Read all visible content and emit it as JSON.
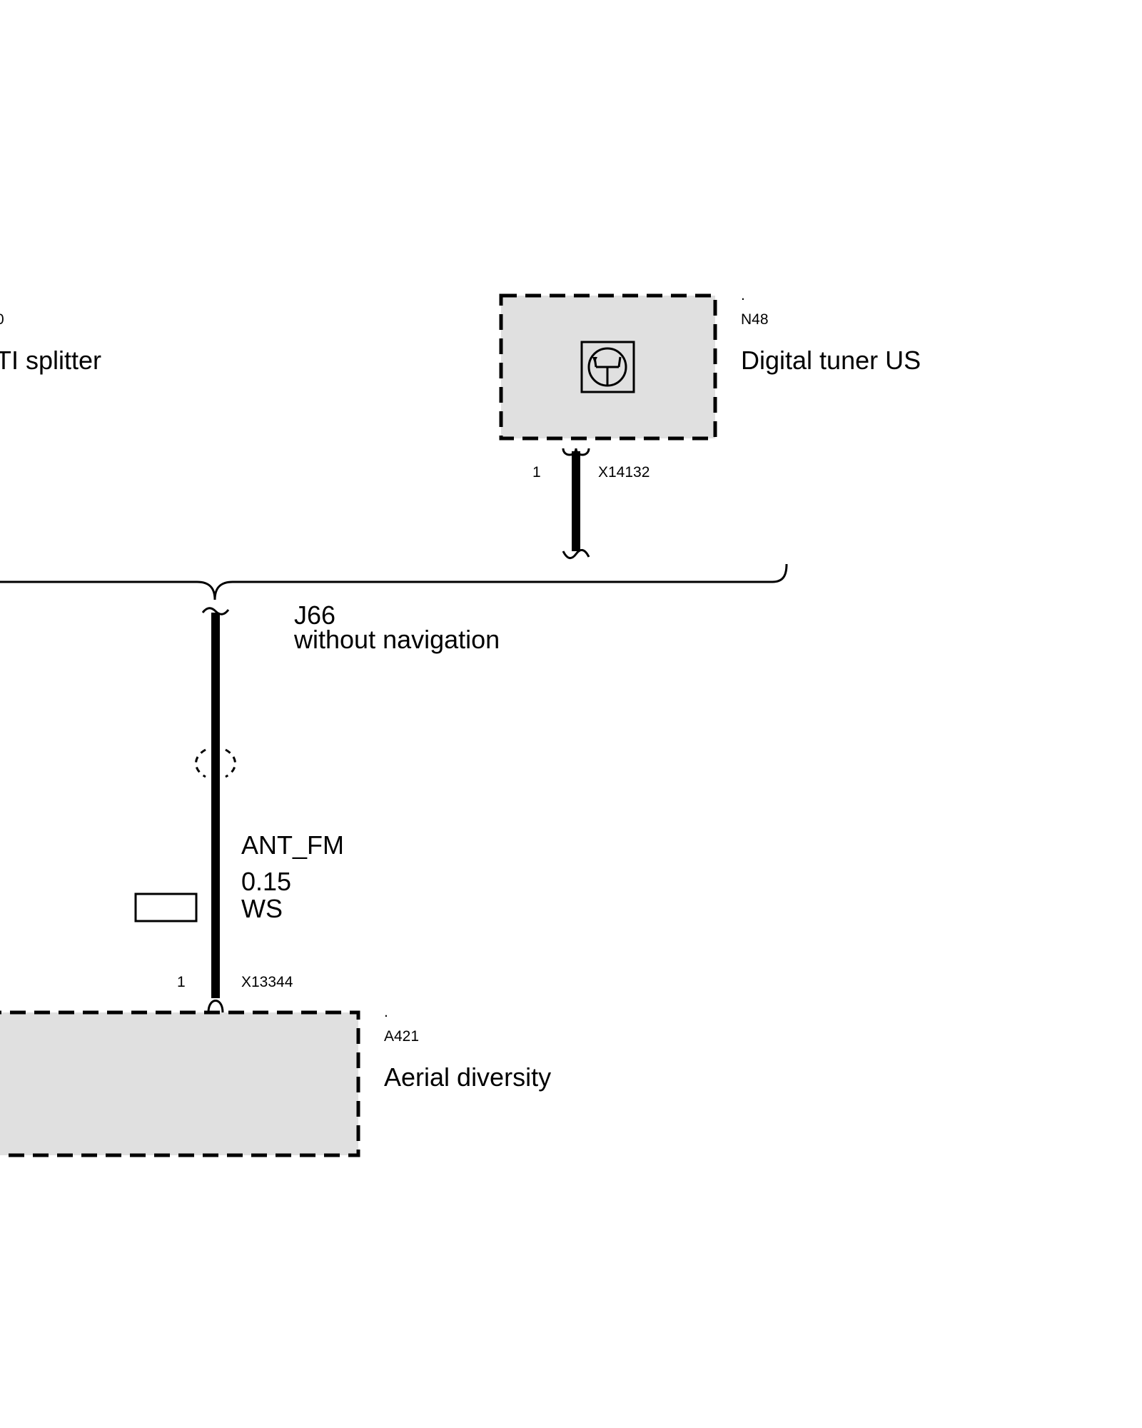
{
  "components": {
    "left_partial": {
      "code_fragment": "0",
      "name_fragment": "TI splitter"
    },
    "n48": {
      "dot": ".",
      "code": "N48",
      "name": "Digital tuner US",
      "pin": "1",
      "connector": "X14132"
    },
    "a421": {
      "dot": ".",
      "code": "A421",
      "name": "Aerial diversity",
      "pin": "1",
      "connector": "X13344"
    }
  },
  "junction": {
    "code": "J66",
    "note": "without navigation"
  },
  "wire": {
    "signal": "ANT_FM",
    "cross_section": "0.15",
    "color_code": "WS"
  },
  "icons": {
    "tuner_symbol": "transistor-tuner-icon"
  }
}
